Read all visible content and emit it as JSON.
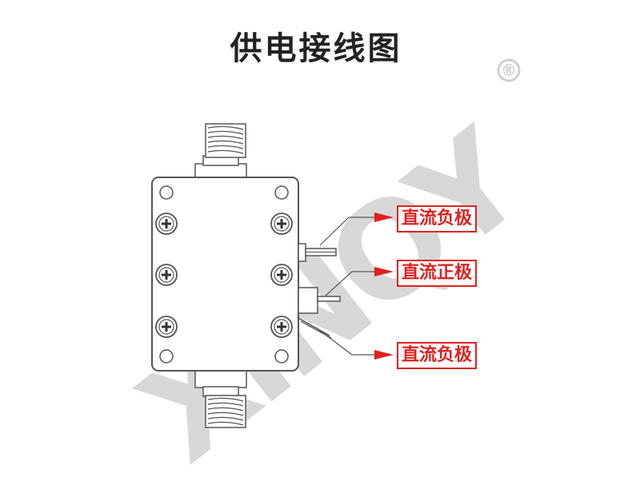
{
  "title": "供电接线图",
  "watermark": {
    "text": "XINQY",
    "registered_mark": "®"
  },
  "labels": [
    {
      "text": "直流负极"
    },
    {
      "text": "直流正极"
    },
    {
      "text": "直流负极"
    }
  ],
  "colors": {
    "label": "#e02020",
    "line": "#555555",
    "watermark": "#d4d4d4"
  }
}
